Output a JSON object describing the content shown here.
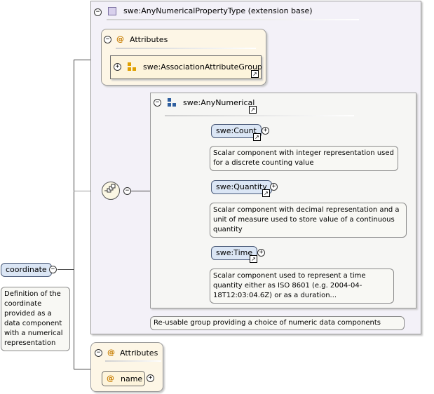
{
  "extension": {
    "title": "swe:AnyNumericalPropertyType (extension base)"
  },
  "attributes_top": {
    "title": "Attributes",
    "group_ref": "swe:AssociationAttributeGroup"
  },
  "any_numerical": {
    "title": "swe:AnyNumerical",
    "doc": "Re-usable group providing a choice of numeric data components",
    "children": [
      {
        "name": "swe:Count",
        "doc": "Scalar component with integer representation used for a discrete counting value"
      },
      {
        "name": "swe:Quantity",
        "doc": "Scalar component with decimal representation and a unit of measure used to store value of a continuous quantity"
      },
      {
        "name": "swe:Time",
        "doc": "Scalar component used to represent a time quantity either as ISO 8601 (e.g. 2004-04-18T12:03:04.6Z) or as a duration..."
      }
    ]
  },
  "root": {
    "name": "coordinate",
    "doc": "Definition of the coordinate provided as a data component with a numerical representation"
  },
  "attributes_bottom": {
    "title": "Attributes",
    "attr": "name"
  },
  "symbols": {
    "collapse": "−",
    "expand": "+",
    "link": "↗",
    "at": "@"
  }
}
